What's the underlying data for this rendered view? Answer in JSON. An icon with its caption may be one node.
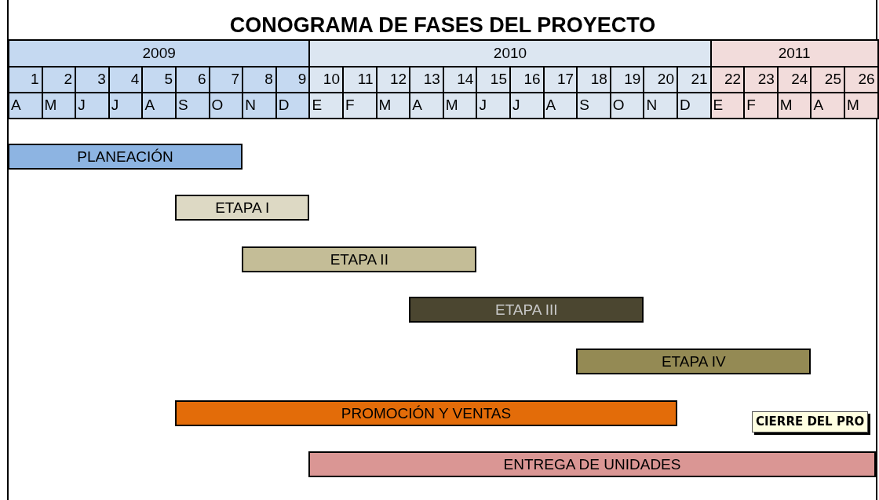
{
  "diagram": {
    "title": "CONOGRAMA DE FASES DEL PROYECTO",
    "nodes": [
      {
        "text": [
          "PLANEACIÓN"
        ]
      },
      {
        "text": [
          "ETAPA I"
        ]
      },
      {
        "text": [
          "ETAPA II"
        ]
      },
      {
        "text": [
          "ETAPA III"
        ]
      },
      {
        "text": [
          "ETAPA IV"
        ]
      },
      {
        "text": [
          "PROMOCIÓN Y VENTAS"
        ]
      },
      {
        "text": [
          "ENTREGA DE UNIDADES"
        ]
      }
    ],
    "labels": [
      "2009",
      "2010",
      "2011",
      "1",
      "2",
      "3",
      "4",
      "5",
      "6",
      "7",
      "8",
      "9",
      "10",
      "11",
      "12",
      "13",
      "14",
      "15",
      "16",
      "17",
      "18",
      "19",
      "20",
      "21",
      "22",
      "23",
      "24",
      "25",
      "26",
      "A",
      "M",
      "J",
      "J",
      "A",
      "S",
      "O",
      "N",
      "D",
      "E",
      "F",
      "M",
      "A",
      "M",
      "J",
      "J",
      "A",
      "S",
      "O",
      "N",
      "D",
      "E",
      "F",
      "M",
      "A",
      "M",
      "CIERRE DEL PRO"
    ]
  }
}
